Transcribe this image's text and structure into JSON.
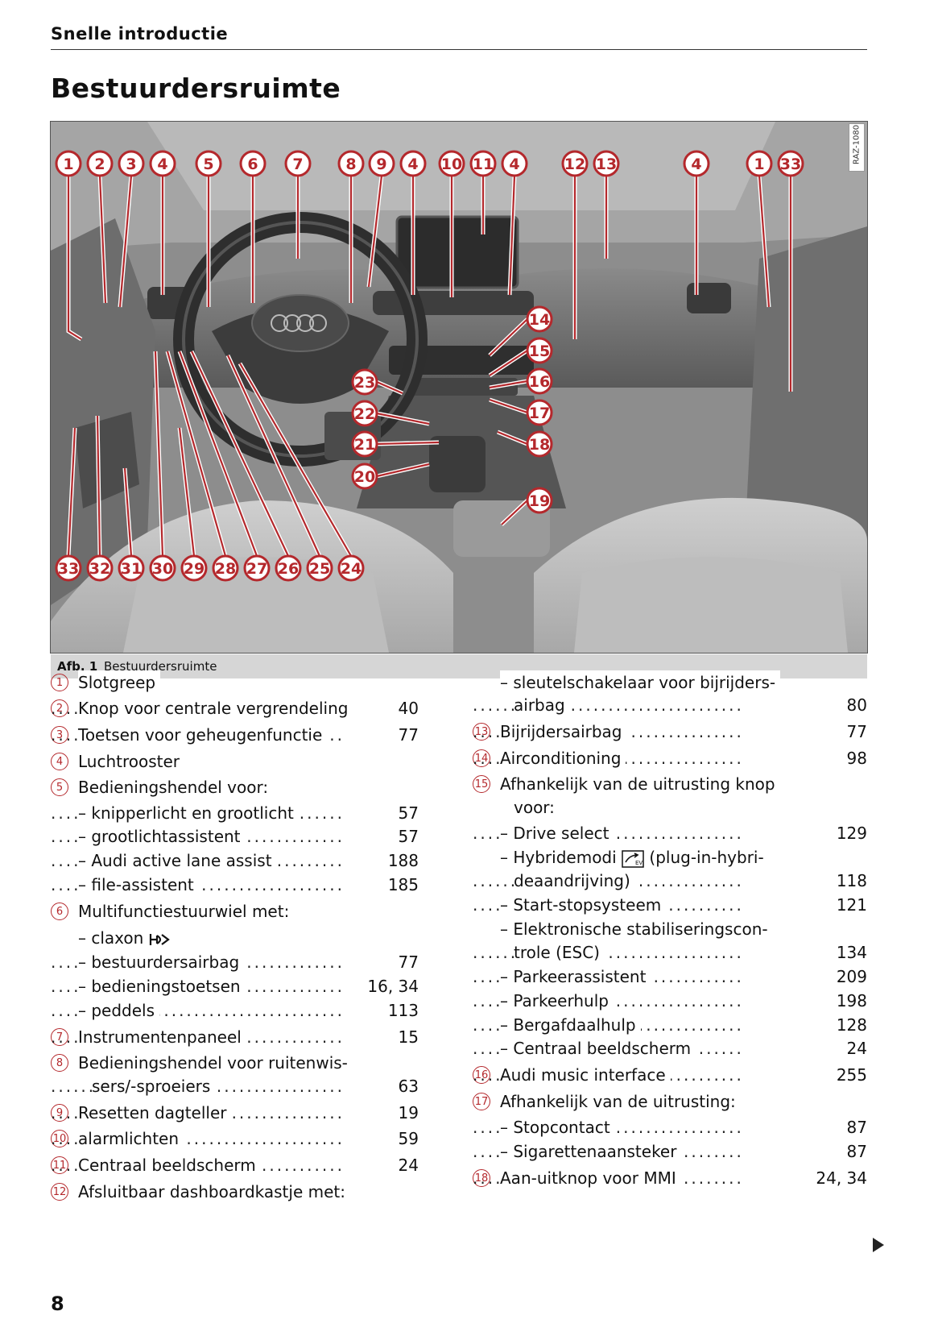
{
  "header": {
    "section": "Snelle introductie",
    "title": "Bestuurdersruimte"
  },
  "figure": {
    "code": "RAZ-1080",
    "caption_label": "Afb. 1",
    "caption_text": "Bestuurdersruimte",
    "callouts_top": [
      "1",
      "2",
      "3",
      "4",
      "5",
      "6",
      "7",
      "8",
      "9",
      "4",
      "10",
      "11",
      "4",
      "12",
      "13",
      "4",
      "1",
      "33"
    ],
    "callouts_right": [
      "14",
      "15",
      "16",
      "17",
      "18",
      "19"
    ],
    "callouts_center": [
      "23",
      "22",
      "21",
      "20"
    ],
    "callouts_bottom": [
      "33",
      "32",
      "31",
      "30",
      "29",
      "28",
      "27",
      "26",
      "25",
      "24"
    ]
  },
  "left_column": [
    {
      "num": "1",
      "text": "Slotgreep",
      "page": ""
    },
    {
      "num": "2",
      "text": "Knop voor centrale vergrendeling",
      "dots": true,
      "page": "40"
    },
    {
      "num": "3",
      "text": "Toetsen voor geheugenfunctie",
      "dots": true,
      "page": "77"
    },
    {
      "num": "4",
      "text": "Luchtrooster",
      "page": ""
    },
    {
      "num": "5",
      "text": "Bedieningshendel voor:",
      "page": ""
    },
    {
      "num": "",
      "text": "– knipperlicht en grootlicht",
      "dots": true,
      "page": "57"
    },
    {
      "num": "",
      "text": "– grootlichtassistent",
      "dots": true,
      "page": "57"
    },
    {
      "num": "",
      "text": "– Audi active lane assist",
      "dots": true,
      "page": "188"
    },
    {
      "num": "",
      "text": "– file-assistent",
      "dots": true,
      "page": "185"
    },
    {
      "num": "6",
      "text": "Multifunctiestuurwiel met:",
      "page": ""
    },
    {
      "num": "",
      "text": "– claxon",
      "icon": "horn-icon",
      "page": ""
    },
    {
      "num": "",
      "text": "– bestuurdersairbag",
      "dots": true,
      "page": "77"
    },
    {
      "num": "",
      "text": "– bedieningstoetsen",
      "dots": true,
      "page": "16, 34"
    },
    {
      "num": "",
      "text": "– peddels",
      "dots": true,
      "page": "113"
    },
    {
      "num": "7",
      "text": "Instrumentenpaneel",
      "dots": true,
      "page": "15"
    },
    {
      "num": "8",
      "text": "Bedieningshendel voor ruitenwis-",
      "page": ""
    },
    {
      "num": "",
      "text": "sers/-sproeiers",
      "dots": true,
      "page": "63"
    },
    {
      "num": "9",
      "text": "Resetten dagteller",
      "dots": true,
      "page": "19"
    },
    {
      "num": "10",
      "text": "alarmlichten",
      "dots": true,
      "page": "59"
    },
    {
      "num": "11",
      "text": "Centraal beeldscherm",
      "dots": true,
      "page": "24"
    },
    {
      "num": "12",
      "text": "Afsluitbaar dashboardkastje met:",
      "page": ""
    }
  ],
  "right_column": [
    {
      "num": "",
      "text": "– sleutelschakelaar voor bijrijders-",
      "page": ""
    },
    {
      "num": "",
      "text": "airbag",
      "dots": true,
      "page": "80"
    },
    {
      "num": "13",
      "text": "Bijrijdersairbag",
      "dots": true,
      "page": "77"
    },
    {
      "num": "14",
      "text": "Airconditioning",
      "dots": true,
      "page": "98"
    },
    {
      "num": "15",
      "text": "Afhankelijk van de uitrusting knop",
      "page": ""
    },
    {
      "num": "",
      "text": "voor:",
      "page": ""
    },
    {
      "num": "",
      "text": "– Drive select",
      "dots": true,
      "page": "129"
    },
    {
      "num": "",
      "text": "– Hybridemodi",
      "icon": "ev-icon",
      "text2": "(plug-in-hybri-",
      "page": ""
    },
    {
      "num": "",
      "text": "deaandrijving)",
      "dots": true,
      "page": "118"
    },
    {
      "num": "",
      "text": "– Start-stopsysteem",
      "dots": true,
      "page": "121"
    },
    {
      "num": "",
      "text": "– Elektronische stabiliseringscon-",
      "page": ""
    },
    {
      "num": "",
      "text": "trole (ESC)",
      "dots": true,
      "page": "134"
    },
    {
      "num": "",
      "text": "– Parkeerassistent",
      "dots": true,
      "page": "209"
    },
    {
      "num": "",
      "text": "– Parkeerhulp",
      "dots": true,
      "page": "198"
    },
    {
      "num": "",
      "text": "– Bergafdaalhulp",
      "dots": true,
      "page": "128"
    },
    {
      "num": "",
      "text": "– Centraal beeldscherm",
      "dots": true,
      "page": "24"
    },
    {
      "num": "16",
      "text": "Audi music interface",
      "dots": true,
      "page": "255"
    },
    {
      "num": "17",
      "text": "Afhankelijk van de uitrusting:",
      "page": ""
    },
    {
      "num": "",
      "text": "– Stopcontact",
      "dots": true,
      "page": "87"
    },
    {
      "num": "",
      "text": "– Sigarettenaansteker",
      "dots": true,
      "page": "87"
    },
    {
      "num": "18",
      "text": "Aan-uitknop voor MMI",
      "dots": true,
      "page": "24, 34"
    }
  ],
  "footer": {
    "page_number": "8"
  },
  "colors": {
    "accent": "#b4282c"
  }
}
